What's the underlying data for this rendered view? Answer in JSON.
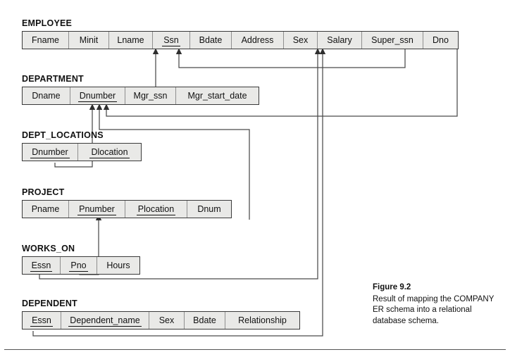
{
  "figure": {
    "title": "Figure 9.2",
    "text": "Result of mapping the COMPANY ER schema into a relational database schema."
  },
  "schema": {
    "relations": [
      {
        "name": "EMPLOYEE",
        "attributes": [
          {
            "label": "Fname",
            "pk": false
          },
          {
            "label": "Minit",
            "pk": false
          },
          {
            "label": "Lname",
            "pk": false
          },
          {
            "label": "Ssn",
            "pk": true
          },
          {
            "label": "Bdate",
            "pk": false
          },
          {
            "label": "Address",
            "pk": false
          },
          {
            "label": "Sex",
            "pk": false
          },
          {
            "label": "Salary",
            "pk": false
          },
          {
            "label": "Super_ssn",
            "pk": false
          },
          {
            "label": "Dno",
            "pk": false
          }
        ]
      },
      {
        "name": "DEPARTMENT",
        "attributes": [
          {
            "label": "Dname",
            "pk": false
          },
          {
            "label": "Dnumber",
            "pk": true
          },
          {
            "label": "Mgr_ssn",
            "pk": false
          },
          {
            "label": "Mgr_start_date",
            "pk": false
          }
        ]
      },
      {
        "name": "DEPT_LOCATIONS",
        "attributes": [
          {
            "label": "Dnumber",
            "pk": true
          },
          {
            "label": "Dlocation",
            "pk": true
          }
        ]
      },
      {
        "name": "PROJECT",
        "attributes": [
          {
            "label": "Pname",
            "pk": false
          },
          {
            "label": "Pnumber",
            "pk": true
          },
          {
            "label": "Plocation",
            "pk": true
          },
          {
            "label": "Dnum",
            "pk": false
          }
        ]
      },
      {
        "name": "WORKS_ON",
        "attributes": [
          {
            "label": "Essn",
            "pk": true
          },
          {
            "label": "Pno",
            "pk": true
          },
          {
            "label": "Hours",
            "pk": false
          }
        ]
      },
      {
        "name": "DEPENDENT",
        "attributes": [
          {
            "label": "Essn",
            "pk": true
          },
          {
            "label": "Dependent_name",
            "pk": true
          },
          {
            "label": "Sex",
            "pk": false
          },
          {
            "label": "Bdate",
            "pk": false
          },
          {
            "label": "Relationship",
            "pk": false
          }
        ]
      }
    ],
    "foreign_keys": [
      {
        "from": "EMPLOYEE.Super_ssn",
        "to": "EMPLOYEE.Ssn"
      },
      {
        "from": "EMPLOYEE.Dno",
        "to": "DEPARTMENT.Dnumber"
      },
      {
        "from": "DEPARTMENT.Mgr_ssn",
        "to": "EMPLOYEE.Ssn"
      },
      {
        "from": "DEPT_LOCATIONS.Dnumber",
        "to": "DEPARTMENT.Dnumber"
      },
      {
        "from": "PROJECT.Dnum",
        "to": "DEPARTMENT.Dnumber"
      },
      {
        "from": "WORKS_ON.Essn",
        "to": "EMPLOYEE.Ssn"
      },
      {
        "from": "WORKS_ON.Pno",
        "to": "PROJECT.Pnumber"
      },
      {
        "from": "DEPENDENT.Essn",
        "to": "EMPLOYEE.Ssn"
      }
    ]
  },
  "colors": {
    "cell_fill": "#e9e9e7",
    "border": "#3a3a3a",
    "divider": "#8f8f8f",
    "wire": "#4a4a4a",
    "text": "#111111"
  }
}
